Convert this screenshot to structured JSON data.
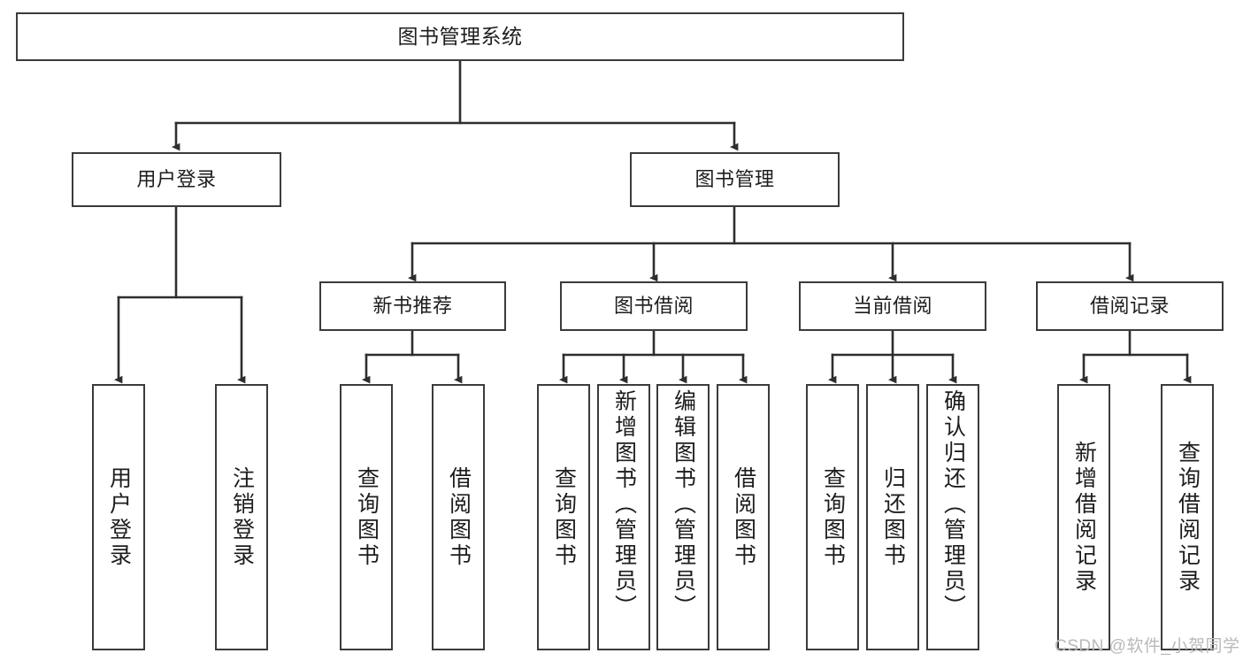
{
  "diagram": {
    "title": "图书管理系统",
    "type": "tree",
    "colors": {
      "border": "#3b3b3b",
      "fill": "#ffffff",
      "text": "#1d1d1d",
      "connector": "#2e2e2e",
      "watermark": "#b9b9b9"
    },
    "nodes": {
      "root": {
        "label": "图书管理系统"
      },
      "level1": [
        {
          "id": "user-login",
          "label": "用户登录"
        },
        {
          "id": "book-manage",
          "label": "图书管理"
        }
      ],
      "level2": [
        {
          "id": "new-book-recommend",
          "label": "新书推荐"
        },
        {
          "id": "book-borrow",
          "label": "图书借阅"
        },
        {
          "id": "current-borrow",
          "label": "当前借阅"
        },
        {
          "id": "borrow-record",
          "label": "借阅记录"
        }
      ],
      "leaves": {
        "user-login": [
          {
            "id": "leaf-user-login",
            "label": "用户登录"
          },
          {
            "id": "leaf-logout",
            "label": "注销登录"
          }
        ],
        "new-book-recommend": [
          {
            "id": "leaf-query-book-1",
            "label": "查询图书"
          },
          {
            "id": "leaf-borrow-book-1",
            "label": "借阅图书"
          }
        ],
        "book-borrow": [
          {
            "id": "leaf-query-book-2",
            "label": "查询图书"
          },
          {
            "id": "leaf-add-book",
            "label": "新增图书（管理员）"
          },
          {
            "id": "leaf-edit-book",
            "label": "编辑图书（管理员）"
          },
          {
            "id": "leaf-borrow-book-2",
            "label": "借阅图书"
          }
        ],
        "current-borrow": [
          {
            "id": "leaf-query-book-3",
            "label": "查询图书"
          },
          {
            "id": "leaf-return-book",
            "label": "归还图书"
          },
          {
            "id": "leaf-confirm-return",
            "label": "确认归还（管理员）"
          }
        ],
        "borrow-record": [
          {
            "id": "leaf-add-record",
            "label": "新增借阅记录"
          },
          {
            "id": "leaf-query-record",
            "label": "查询借阅记录"
          }
        ]
      }
    },
    "watermark": "CSDN @软件_小贺同学"
  }
}
